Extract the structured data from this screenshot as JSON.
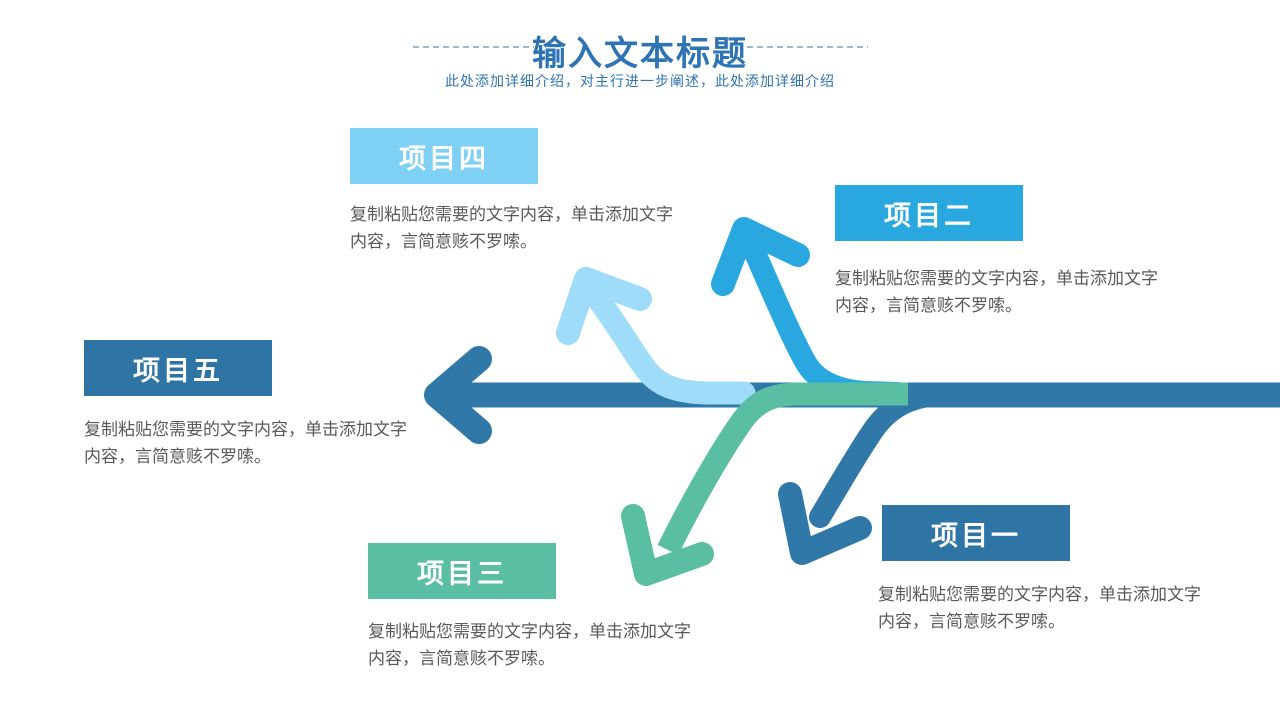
{
  "header": {
    "title": "输入文本标题",
    "subtitle": "此处添加详细介绍，对主行进一步阐述，此处添加详细介绍"
  },
  "body_text": {
    "line1": "复制粘贴您需要的文字内容，单击添加文字",
    "line2": "内容，言简意赅不罗嗦。"
  },
  "items": [
    {
      "label": "项目一",
      "color": "#2E74A4"
    },
    {
      "label": "项目二",
      "color": "#29A8E0"
    },
    {
      "label": "项目三",
      "color": "#5ABFA2"
    },
    {
      "label": "项目四",
      "color": "#7FD0F5"
    },
    {
      "label": "项目五",
      "color": "#2E74A4"
    }
  ],
  "colors": {
    "title": "#2E74B5",
    "subtitle": "#2E74B5",
    "dash": "#9FB6CF",
    "body": "#595959",
    "spine": "#3078A8",
    "branch_item1": "#3078A8",
    "branch_item2": "#29A8E0",
    "branch_item3": "#5ABFA2",
    "branch_item4": "#9FDCF9"
  }
}
